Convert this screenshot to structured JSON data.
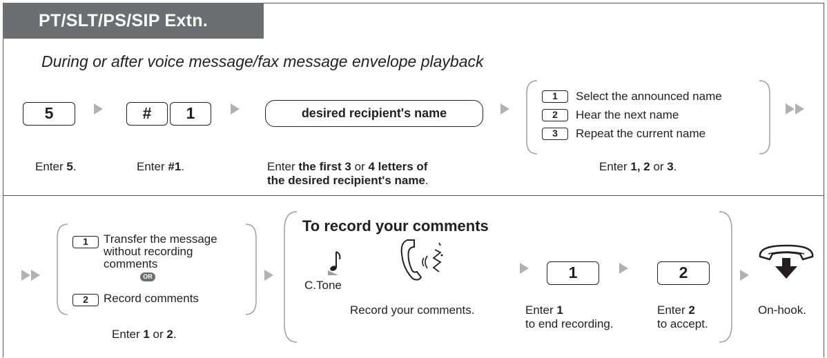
{
  "header": {
    "title": "PT/SLT/PS/SIP Extn."
  },
  "subtitle": "During or after voice message/fax message envelope playback",
  "step1": {
    "key": "5",
    "caption_pre": "Enter ",
    "caption_bold": "5",
    "caption_post": "."
  },
  "step2": {
    "keys": [
      "#",
      "1"
    ],
    "caption_pre": "Enter ",
    "caption_bold": "#1",
    "caption_post": "."
  },
  "step3": {
    "field": "desired recipient's name",
    "caption_pre": "Enter ",
    "caption_bold1": "the first 3",
    "caption_mid": " or ",
    "caption_bold2": "4 letters of",
    "caption_line2_bold": "the desired recipient's name",
    "caption_line2_post": "."
  },
  "step4": {
    "options": [
      {
        "key": "1",
        "label": "Select the announced name"
      },
      {
        "key": "2",
        "label": "Hear the next name"
      },
      {
        "key": "3",
        "label": "Repeat the current name"
      }
    ],
    "caption_pre": "Enter ",
    "caption_bold": "1, 2",
    "caption_mid": " or ",
    "caption_bold2": "3",
    "caption_post": "."
  },
  "step5": {
    "option1_key": "1",
    "option1_lines": [
      "Transfer the message",
      "without recording",
      "comments"
    ],
    "or_label": "OR",
    "option2_key": "2",
    "option2_label": "Record comments",
    "caption_pre": "Enter ",
    "caption_bold": "1",
    "caption_mid": " or ",
    "caption_bold2": "2",
    "caption_post": "."
  },
  "record": {
    "title": "To record your comments",
    "tone_label": "C.Tone",
    "speak_caption": "Record your comments.",
    "end_key": "1",
    "end_caption_pre": "Enter ",
    "end_caption_bold": "1",
    "end_caption_line2": "to end recording.",
    "accept_key": "2",
    "accept_caption_pre": "Enter ",
    "accept_caption_bold": "2",
    "accept_caption_line2": "to accept."
  },
  "onhook": {
    "caption": "On-hook."
  },
  "icons": {
    "tone": "music-note-icon",
    "speak": "handset-speaking-icon",
    "onhook": "handset-onhook-icon",
    "arrow": "gray-triangle-arrow-icon"
  },
  "colors": {
    "header_bg": "#6d6e71",
    "arrow": "#b0b1b3",
    "bracket": "#9d9fa2",
    "text": "#231f20"
  }
}
